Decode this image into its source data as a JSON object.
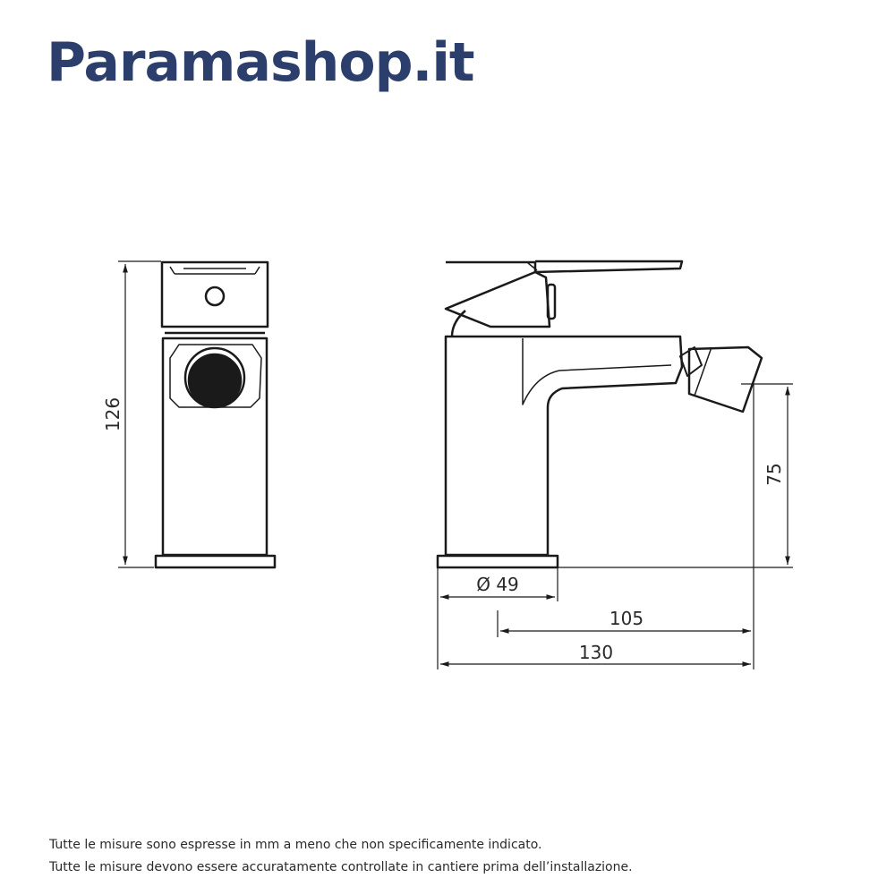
{
  "header": {
    "brand": "Paramashop.it"
  },
  "dimensions": {
    "height_front": "126",
    "spout_height": "75",
    "base_diameter": "Ø 49",
    "spout_reach": "105",
    "total_depth": "130"
  },
  "notes": {
    "line1": "Tutte le misure sono espresse in mm a meno che non specificamente indicato.",
    "line2": "Tutte le misure devono essere accuratamente controllate in cantiere prima dell’installazione."
  },
  "colors": {
    "brand": "#2c3e6b",
    "line": "#1a1a1a"
  }
}
